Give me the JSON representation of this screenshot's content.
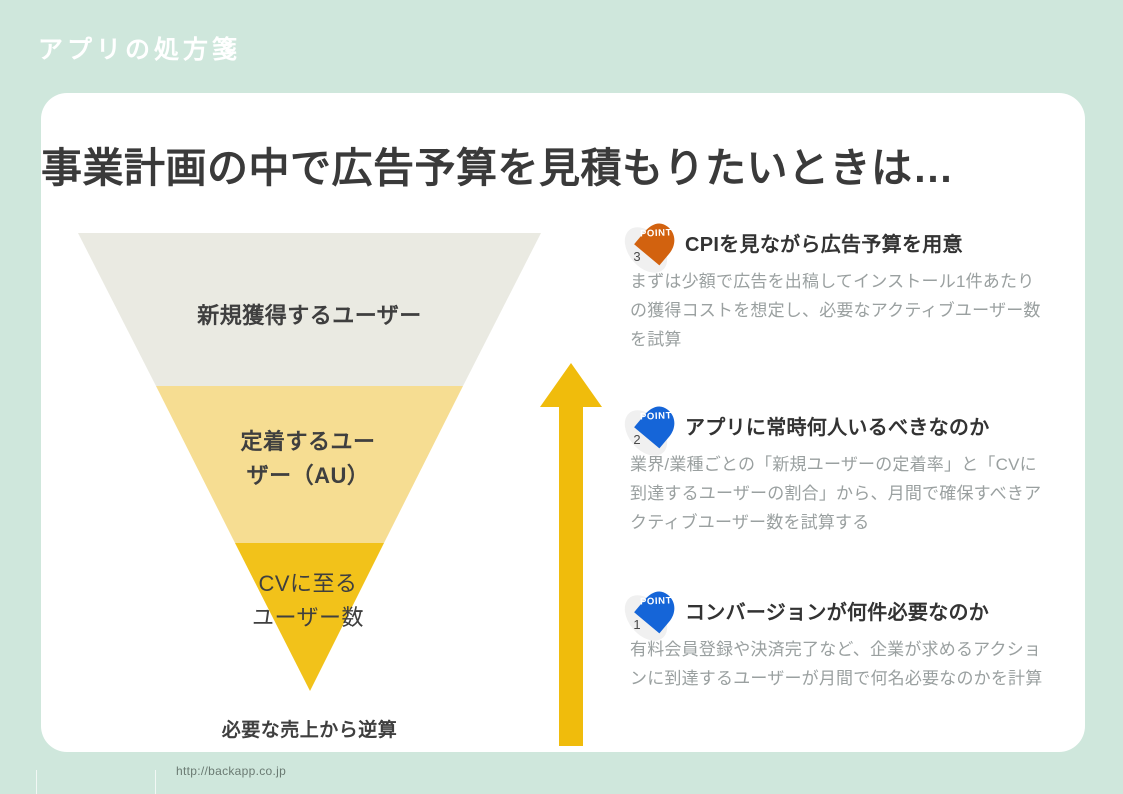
{
  "header": {
    "title": "アプリの処方箋"
  },
  "slide": {
    "title": "事業計画の中で広告予算を見積もりたいときは…"
  },
  "funnel": {
    "segments": [
      {
        "label": "新規獲得するユーザー",
        "color": "#eaeae2"
      },
      {
        "label": "定着するユー\nザー（AU）",
        "color": "#f6dd92"
      },
      {
        "label": "CVに至る\nユーザー数",
        "color": "#f2c21a"
      }
    ],
    "segment_1_label": "新規獲得するユーザー",
    "segment_2_label_line1": "定着するユー",
    "segment_2_label_line2": "ザー（AU）",
    "segment_3_label_line1": "CVに至る",
    "segment_3_label_line2": "ユーザー数",
    "caption": "必要な売上から逆算"
  },
  "arrow": {
    "direction": "up",
    "color": "#f0bc0c"
  },
  "points": [
    {
      "badge_label": "POINT",
      "number": "3",
      "color": "#d2620f",
      "heading": "CPIを見ながら広告予算を用意",
      "body": "まずは少額で広告を出稿してインストール1件あたりの獲得コストを想定し、必要なアクティブユーザー数を試算"
    },
    {
      "badge_label": "POINT",
      "number": "2",
      "color": "#1565d8",
      "heading": "アプリに常時何人いるべきなのか",
      "body": "業界/業種ごとの「新規ユーザーの定着率」と「CVに到達するユーザーの割合」から、月間で確保すべきアクティブユーザー数を試算する"
    },
    {
      "badge_label": "POINT",
      "number": "1",
      "color": "#1565d8",
      "heading": "コンバージョンが何件必要なのか",
      "body": "有料会員登録や決済完了など、企業が求めるアクションに到達するユーザーが月間で何名必要なのかを計算"
    }
  ],
  "footer": {
    "url": "http://backapp.co.jp"
  },
  "theme": {
    "background": "#cfe7dc",
    "card": "#ffffff",
    "title_color": "#3a3a3a",
    "body_color": "#9aa0a0",
    "accent_orange": "#d2620f",
    "accent_blue": "#1565d8",
    "accent_yellow": "#f2c21a"
  }
}
